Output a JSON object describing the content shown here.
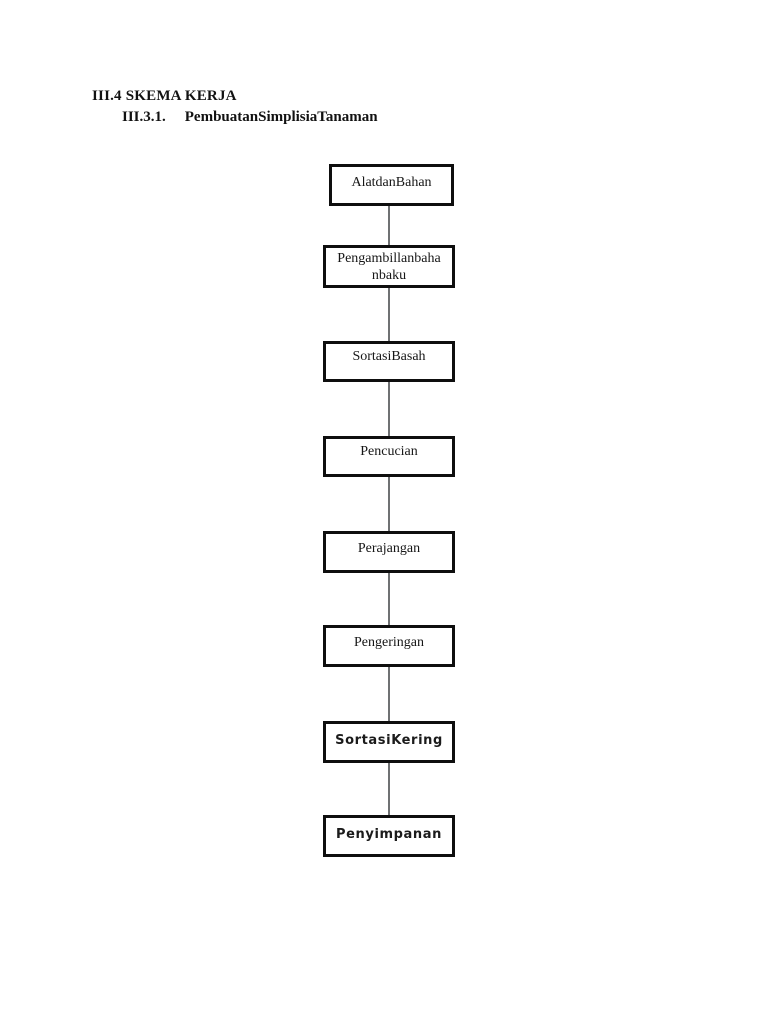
{
  "headings": {
    "section": "III.4 SKEMA KERJA",
    "subsection_number": "III.3.1.",
    "subsection_title": "PembuatanSimplisiaTanaman"
  },
  "flowchart": {
    "steps": [
      {
        "label": "AlatdanBahan"
      },
      {
        "label": "Pengambillanbahanbaku",
        "lines": [
          "Pengambillanbaha",
          "nbaku"
        ]
      },
      {
        "label": "SortasiBasah"
      },
      {
        "label": "Pencucian"
      },
      {
        "label": "Perajangan"
      },
      {
        "label": "Pengeringan"
      },
      {
        "label": "SortasiKering"
      },
      {
        "label": "Penyimpanan"
      }
    ],
    "colors": {
      "box_border": "#0e0e0e",
      "box_fill": "#ffffff",
      "connector": "#6f7173",
      "text": "#161616"
    }
  }
}
